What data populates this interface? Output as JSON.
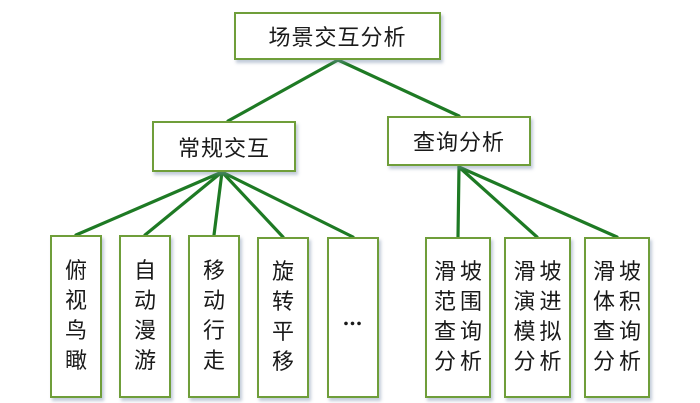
{
  "diagram": {
    "type": "tree",
    "root": {
      "label": "场景交互分析"
    },
    "branches": [
      {
        "label": "常规交互",
        "children": [
          "俯视鸟瞰",
          "自动漫游",
          "移动行走",
          "旋转平移",
          "…"
        ]
      },
      {
        "label": "查询分析",
        "children": [
          {
            "col1": "滑范查分",
            "col2": "坡围询析",
            "full": "滑坡范围查询分析"
          },
          {
            "col1": "滑演模分",
            "col2": "坡进拟析",
            "full": "滑坡演进模拟分析"
          },
          {
            "col1": "滑体查分",
            "col2": "坡积询析",
            "full": "滑坡体积查询分析"
          }
        ]
      }
    ],
    "colors": {
      "border": "#6f9e3a",
      "connector": "#1e7a24"
    }
  }
}
